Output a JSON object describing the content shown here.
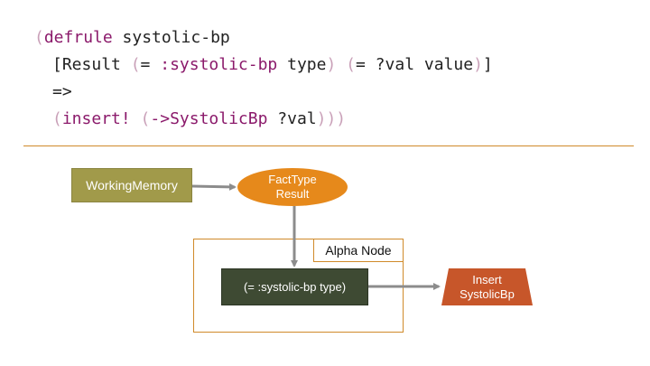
{
  "code": {
    "line1": {
      "open_paren": "(",
      "keyword": "defrule",
      "name": " systolic-bp"
    },
    "line2": {
      "bracket_open": "[",
      "fact_type": "Result ",
      "p1": "(",
      "eq1": "=",
      "kw_systolic": " :systolic-bp",
      "field_type": " type",
      "p2": ")",
      "space": " ",
      "p3": "(",
      "eq2": "=",
      "var_val": " ?val",
      "field_value": " value",
      "p4": ")",
      "bracket_close": "]"
    },
    "line3": {
      "arrow": "=>"
    },
    "line4": {
      "p1": "(",
      "fn": "insert!",
      "space": " ",
      "p2": "(",
      "ctor": "->SystolicBp",
      "arg": " ?val",
      "p3": ")))"
    }
  },
  "diagram": {
    "working_memory": "WorkingMemory",
    "fact_type_line1": "FactType",
    "fact_type_line2": "Result",
    "alpha_node_label": "Alpha Node",
    "condition": "(= :systolic-bp type)",
    "insert_line1": "Insert",
    "insert_line2": "SystolicBp"
  },
  "colors": {
    "working_memory_fill": "#a19a4a",
    "fact_type_fill": "#e6891b",
    "condition_fill": "#3e4a33",
    "insert_fill": "#c7562a",
    "frame_stroke": "#d08a2a",
    "arrow": "#8c8c8c",
    "keyword": "#8b1a6b",
    "paren": "#c9a0b8"
  }
}
